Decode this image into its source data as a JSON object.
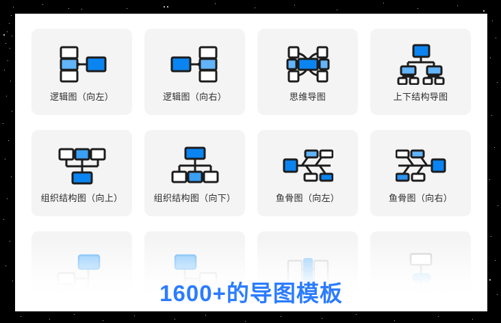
{
  "background": {
    "color": "#000000",
    "panel_color": "#ffffff"
  },
  "theme": {
    "accent": "#0a84f0",
    "accent_light": "#62b4fb",
    "outline": "#1c1c1c",
    "card_bg": "#f4f4f5",
    "promo_color": "#2b7cff"
  },
  "grid": {
    "rows": [
      {
        "cards": [
          {
            "icon": "logic-diagram-left-icon",
            "label": "逻辑图（向左）"
          },
          {
            "icon": "logic-diagram-right-icon",
            "label": "逻辑图（向右）"
          },
          {
            "icon": "mind-map-icon",
            "label": "思维导图"
          },
          {
            "icon": "top-down-structure-icon",
            "label": "上下结构导图"
          }
        ]
      },
      {
        "cards": [
          {
            "icon": "org-chart-up-icon",
            "label": "组织结构图（向上）"
          },
          {
            "icon": "org-chart-down-icon",
            "label": "组织结构图（向下）"
          },
          {
            "icon": "fishbone-left-icon",
            "label": "鱼骨图（向左）"
          },
          {
            "icon": "fishbone-right-icon",
            "label": "鱼骨图（向右）"
          }
        ]
      },
      {
        "faded": true,
        "cards": [
          {
            "icon": "timeline-left-icon",
            "label": ""
          },
          {
            "icon": "timeline-right-icon",
            "label": ""
          },
          {
            "icon": "bracket-icon",
            "label": ""
          },
          {
            "icon": "vertical-tree-icon",
            "label": ""
          }
        ]
      }
    ]
  },
  "promo": {
    "text": "1600+的导图模板"
  }
}
